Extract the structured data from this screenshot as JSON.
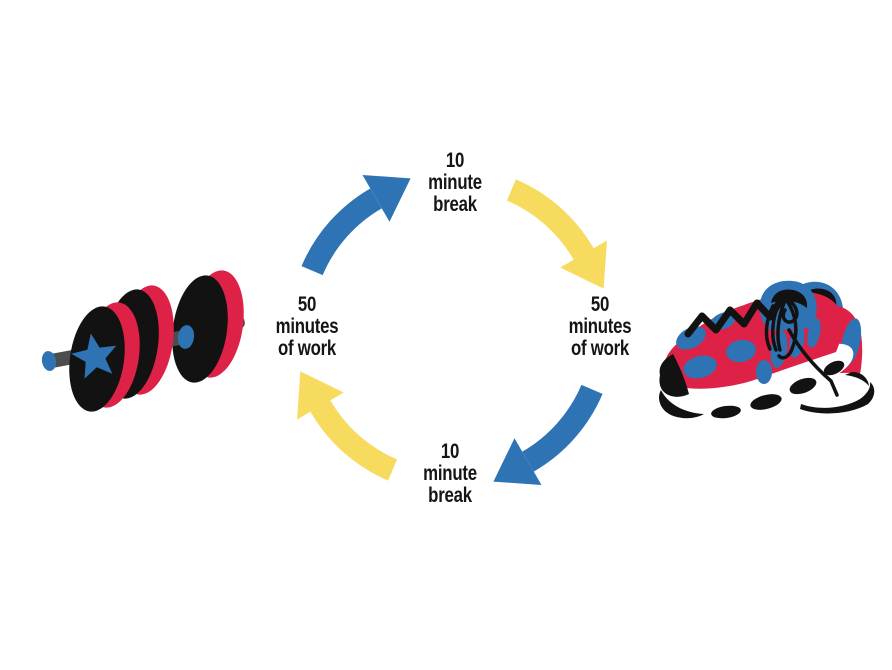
{
  "diagram": {
    "type": "cycle",
    "direction": "clockwise",
    "steps": [
      {
        "id": "break-top",
        "lines": [
          "10",
          "minute",
          "break"
        ]
      },
      {
        "id": "work-right",
        "lines": [
          "50",
          "minutes",
          "of work"
        ]
      },
      {
        "id": "break-bottom",
        "lines": [
          "10",
          "minute",
          "break"
        ]
      },
      {
        "id": "work-left",
        "lines": [
          "50",
          "minutes",
          "of work"
        ]
      }
    ]
  },
  "illustrations": {
    "left": "dumbbell",
    "right": "running-shoes"
  },
  "colors": {
    "background": "#FFFFFF",
    "blue": "#2E74B5",
    "yellow": "#F6DB5E",
    "red": "#DD2147",
    "ink": "#121212",
    "bar_gray": "#4D4D4D",
    "sole_white": "#FFFFFF",
    "text": "#151515"
  }
}
